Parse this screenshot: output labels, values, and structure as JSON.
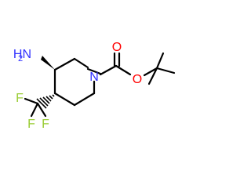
{
  "molecule": {
    "atoms": {
      "nitrogen_ring": "N",
      "amine": "NH2",
      "amine_element": "N",
      "amine_h": "H",
      "amine_subscript": "2",
      "carbonyl_oxygen": "O",
      "ester_oxygen": "O",
      "fluorine_1": "F",
      "fluorine_2": "F",
      "fluorine_3": "F"
    },
    "colors": {
      "carbon_bonds": "#000000",
      "nitrogen": "#3333ff",
      "oxygen": "#ff0000",
      "fluorine": "#99cc33"
    },
    "stereo": {
      "c3_to_amine": "wedge",
      "c4_to_cf3": "hashed-wedge"
    }
  }
}
